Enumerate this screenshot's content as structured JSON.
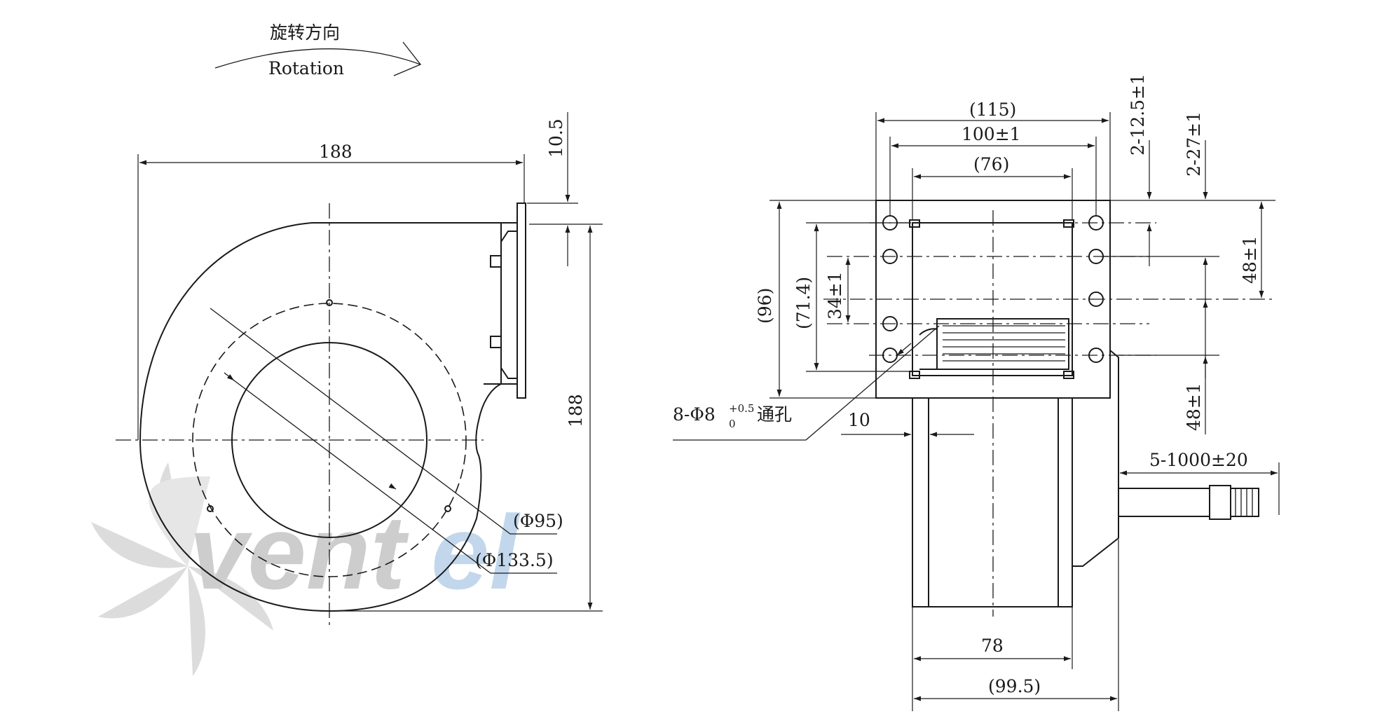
{
  "rotation": {
    "label_cn": "旋转方向",
    "label_en": "Rotation"
  },
  "watermark": {
    "text_main": "vent",
    "text_accent": "el",
    "color_main": "#c8c8c8",
    "color_accent": "#bcd3ea",
    "fan_color": "#d9d9d9"
  },
  "left_view": {
    "dims": {
      "width": "188",
      "height": "188",
      "flange": "10.5",
      "inner_dia": "(Φ95)",
      "outer_dia": "(Φ133.5)"
    }
  },
  "right_view": {
    "dims": {
      "overall_width": "(115)",
      "hole_span": "100±1",
      "inner_width": "(76)",
      "height_96": "(96)",
      "height_71": "(71.4)",
      "hole_pitch_34": "34±1",
      "offset_10": "10",
      "body_width": "78",
      "body_overall": "(99.5)",
      "cable": "5-1000±20",
      "hole_top_125": "2-12.5±1",
      "hole_top_27": "2-27±1",
      "hole_48_upper": "48±1",
      "hole_48_lower": "48±1"
    },
    "holes_note": {
      "prefix": "8-Φ8",
      "tol_upper": "+0.5",
      "tol_lower": "0",
      "suffix": "通孔"
    }
  }
}
